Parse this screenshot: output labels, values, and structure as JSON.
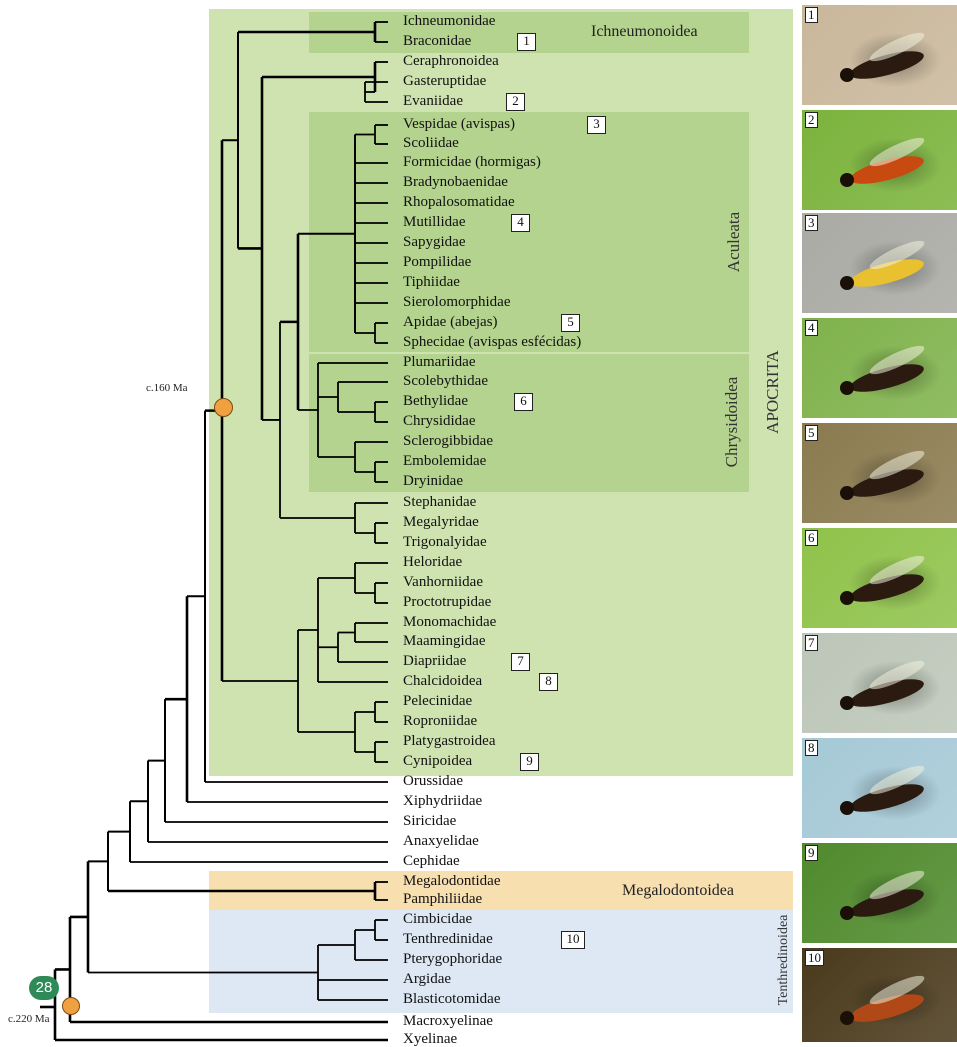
{
  "groups": {
    "apocrita": "APOCRITA",
    "ichneumonoidea": "Ichneumonoidea",
    "aculeata": "Aculeata",
    "chrysidoidea": "Chrysidoidea",
    "megalodontoidea": "Megalodontoidea",
    "tenthredinoidea": "Tenthredinoidea"
  },
  "ages": {
    "apocrita": "c.160 Ma",
    "root": "c.220 Ma"
  },
  "root_badge": "28",
  "taxa": [
    {
      "name": "Ichneumonidae",
      "badge": ""
    },
    {
      "name": "Braconidae",
      "badge": "1"
    },
    {
      "name": "Ceraphronoidea",
      "badge": ""
    },
    {
      "name": "Gasteruptidae",
      "badge": ""
    },
    {
      "name": "Evaniidae",
      "badge": "2"
    },
    {
      "name": "Vespidae (avispas)",
      "badge": "3"
    },
    {
      "name": "Scoliidae",
      "badge": ""
    },
    {
      "name": "Formicidae (hormigas)",
      "badge": ""
    },
    {
      "name": "Bradynobaenidae",
      "badge": ""
    },
    {
      "name": "Rhopalosomatidae",
      "badge": ""
    },
    {
      "name": "Mutillidae",
      "badge": "4"
    },
    {
      "name": "Sapygidae",
      "badge": ""
    },
    {
      "name": "Pompilidae",
      "badge": ""
    },
    {
      "name": "Tiphiidae",
      "badge": ""
    },
    {
      "name": "Sierolomorphidae",
      "badge": ""
    },
    {
      "name": "Apidae (abejas)",
      "badge": "5"
    },
    {
      "name": "Sphecidae (avispas esfécidas)",
      "badge": ""
    },
    {
      "name": "Plumariidae",
      "badge": ""
    },
    {
      "name": "Scolebythidae",
      "badge": ""
    },
    {
      "name": "Bethylidae",
      "badge": "6"
    },
    {
      "name": "Chrysididae",
      "badge": ""
    },
    {
      "name": "Sclerogibbidae",
      "badge": ""
    },
    {
      "name": "Embolemidae",
      "badge": ""
    },
    {
      "name": "Dryinidae",
      "badge": ""
    },
    {
      "name": "Stephanidae",
      "badge": ""
    },
    {
      "name": "Megalyridae",
      "badge": ""
    },
    {
      "name": "Trigonalyidae",
      "badge": ""
    },
    {
      "name": "Heloridae",
      "badge": ""
    },
    {
      "name": "Vanhorniidae",
      "badge": ""
    },
    {
      "name": "Proctotrupidae",
      "badge": ""
    },
    {
      "name": "Monomachidae",
      "badge": ""
    },
    {
      "name": "Maamingidae",
      "badge": ""
    },
    {
      "name": "Diapriidae",
      "badge": "7"
    },
    {
      "name": "Chalcidoidea",
      "badge": "8"
    },
    {
      "name": "Pelecinidae",
      "badge": ""
    },
    {
      "name": "Roproniidae",
      "badge": ""
    },
    {
      "name": "Platygastroidea",
      "badge": ""
    },
    {
      "name": "Cynipoidea",
      "badge": "9"
    },
    {
      "name": "Orussidae",
      "badge": ""
    },
    {
      "name": "Xiphydriidae",
      "badge": ""
    },
    {
      "name": "Siricidae",
      "badge": ""
    },
    {
      "name": "Anaxyelidae",
      "badge": ""
    },
    {
      "name": "Cephidae",
      "badge": ""
    },
    {
      "name": "Megalodontidae",
      "badge": ""
    },
    {
      "name": "Pamphiliidae",
      "badge": ""
    },
    {
      "name": "Cimbicidae",
      "badge": ""
    },
    {
      "name": "Tenthredinidae",
      "badge": "10"
    },
    {
      "name": "Pterygophoridae",
      "badge": ""
    },
    {
      "name": "Argidae",
      "badge": ""
    },
    {
      "name": "Blasticotomidae",
      "badge": ""
    },
    {
      "name": "Macroxyelinae",
      "badge": ""
    },
    {
      "name": "Xyelinae",
      "badge": ""
    }
  ],
  "photos": [
    {
      "label": "1",
      "subject": "ichneumon-wasp",
      "bg": "#c9b79a"
    },
    {
      "label": "2",
      "subject": "evaniid-wasp",
      "bg": "#7bb33c"
    },
    {
      "label": "3",
      "subject": "yellowjacket",
      "bg": "#a9aaa4"
    },
    {
      "label": "4",
      "subject": "velvet-ant",
      "bg": "#7fb24b"
    },
    {
      "label": "5",
      "subject": "carpenter-bee",
      "bg": "#8a7a4e"
    },
    {
      "label": "6",
      "subject": "bethylid-wasp",
      "bg": "#8fc24a"
    },
    {
      "label": "7",
      "subject": "diapriid-wasp",
      "bg": "#bcc6b8"
    },
    {
      "label": "8",
      "subject": "chalcid-wasp",
      "bg": "#a5c9d6"
    },
    {
      "label": "9",
      "subject": "cynipid-wasp",
      "bg": "#4f8a2c"
    },
    {
      "label": "10",
      "subject": "sawfly-on-flowers",
      "bg": "#4a3a1c"
    }
  ],
  "colors": {
    "apocrita_bg": "#cfe3b1",
    "subgroup_bg": "#b4d38e",
    "megalodontoidea_bg": "#f8dfb0",
    "tenthredinoidea_bg": "#dde8f4",
    "node_orange": "#f0a040",
    "badge_green": "#2e8b57"
  }
}
